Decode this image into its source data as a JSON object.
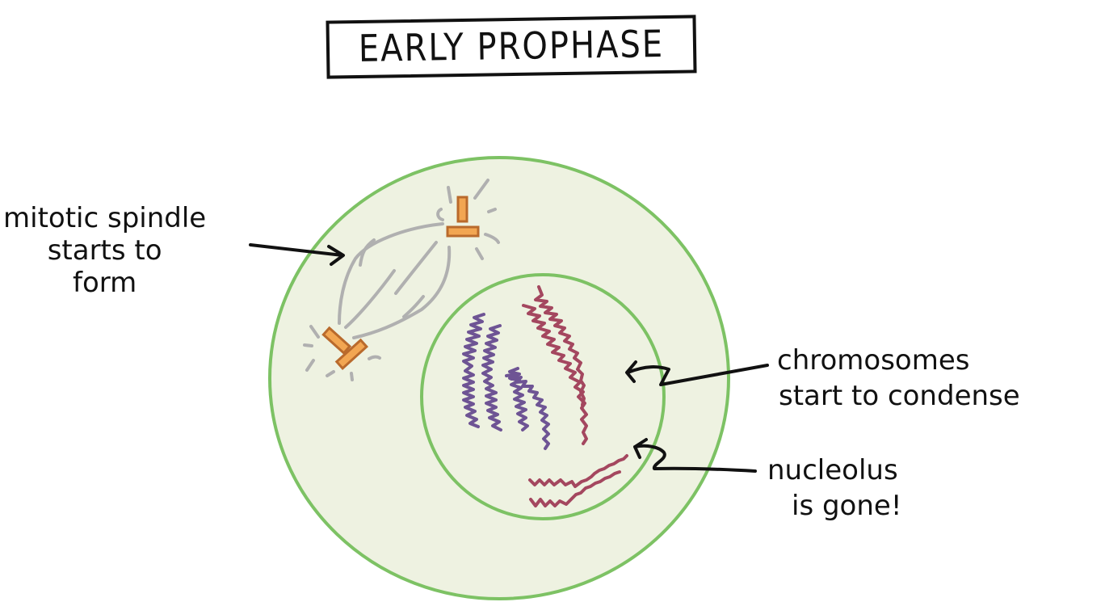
{
  "title": "EARLY PROPHASE",
  "labels": {
    "spindle": {
      "line1": "mitotic spindle",
      "line2": "starts to",
      "line3": "form"
    },
    "chromosomes": {
      "line1": "chromosomes",
      "line2": "start to condense"
    },
    "nucleolus": {
      "line1": "nucleolus",
      "line2": "is gone!"
    }
  },
  "structures": {
    "cell": {
      "name": "cell membrane",
      "fill": "#eef2e1",
      "stroke": "#7dc264"
    },
    "nucleus": {
      "name": "nucleus",
      "fill": "#eef2e1",
      "stroke": "#7dc264"
    },
    "centrosomes": {
      "name": "centrosomes",
      "fill": "#f2a652",
      "stroke": "#b96a2c",
      "count": 2
    },
    "spindle_fibers": {
      "name": "mitotic spindle microtubules",
      "color": "#b0b0b0"
    },
    "chromosomes": {
      "colors": {
        "purple": "#6e5494",
        "red": "#a4475f"
      }
    }
  },
  "colors": {
    "text": "#111111",
    "arrow": "#111111",
    "background": "#ffffff"
  }
}
